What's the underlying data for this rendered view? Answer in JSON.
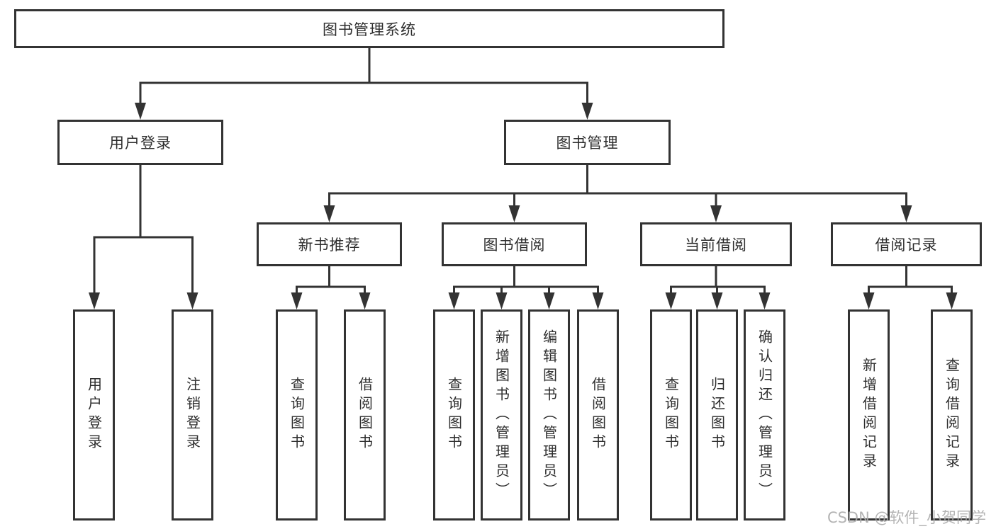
{
  "tree": {
    "root": "图书管理系统",
    "branches": {
      "user_login": "用户登录",
      "book_management": "图书管理"
    },
    "modules": {
      "new_book_recommend": "新书推荐",
      "book_borrow": "图书借阅",
      "current_borrow": "当前借阅",
      "borrow_record": "借阅记录"
    },
    "leaves": {
      "user_login": [
        "用户登录",
        "注销登录"
      ],
      "new_book_recommend": [
        "查询图书",
        "借阅图书"
      ],
      "book_borrow": [
        "查询图书",
        "新增图书（管理员）",
        "编辑图书（管理员）",
        "借阅图书"
      ],
      "current_borrow": [
        "查询图书",
        "归还图书",
        "确认归还（管理员）"
      ],
      "borrow_record": [
        "新增借阅记录",
        "查询借阅记录"
      ]
    }
  },
  "watermark": "CSDN @软件_小贺同学",
  "colors": {
    "line": "#333333",
    "text": "#2d2d2d",
    "background": "#ffffff",
    "watermark": "#acacac"
  }
}
